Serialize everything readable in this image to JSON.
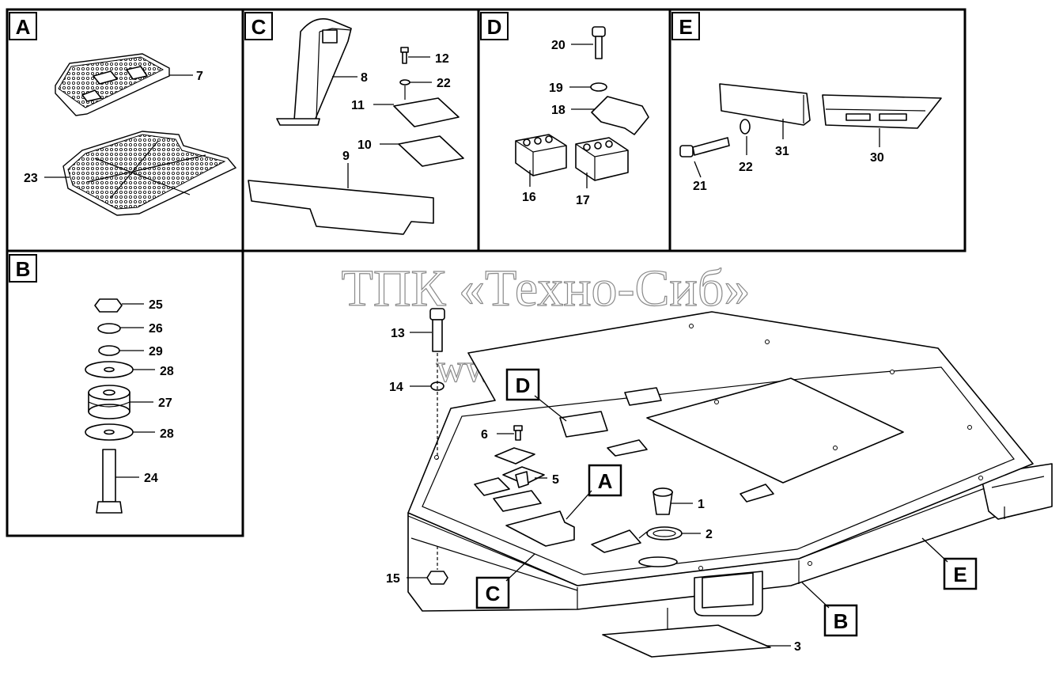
{
  "watermark": {
    "line1": "ТПК «Техно-Сиб»",
    "line2": "www.tpkts.ru"
  },
  "panels": {
    "A": "A",
    "B": "B",
    "C": "C",
    "D": "D",
    "E": "E"
  },
  "callouts": {
    "p1": "1",
    "p2": "2",
    "p3": "3",
    "p5": "5",
    "p6": "6",
    "p7": "7",
    "p8": "8",
    "p9": "9",
    "p10": "10",
    "p11": "11",
    "p12": "12",
    "p13": "13",
    "p14": "14",
    "p15": "15",
    "p16": "16",
    "p17": "17",
    "p18": "18",
    "p19": "19",
    "p20": "20",
    "p21": "21",
    "p22a": "22",
    "p22b": "22",
    "p23": "23",
    "p24": "24",
    "p25": "25",
    "p26": "26",
    "p27": "27",
    "p28a": "28",
    "p28b": "28",
    "p29": "29",
    "p30": "30",
    "p31": "31"
  },
  "main_refs": {
    "A": "A",
    "B": "B",
    "C": "C",
    "D": "D",
    "E": "E"
  }
}
